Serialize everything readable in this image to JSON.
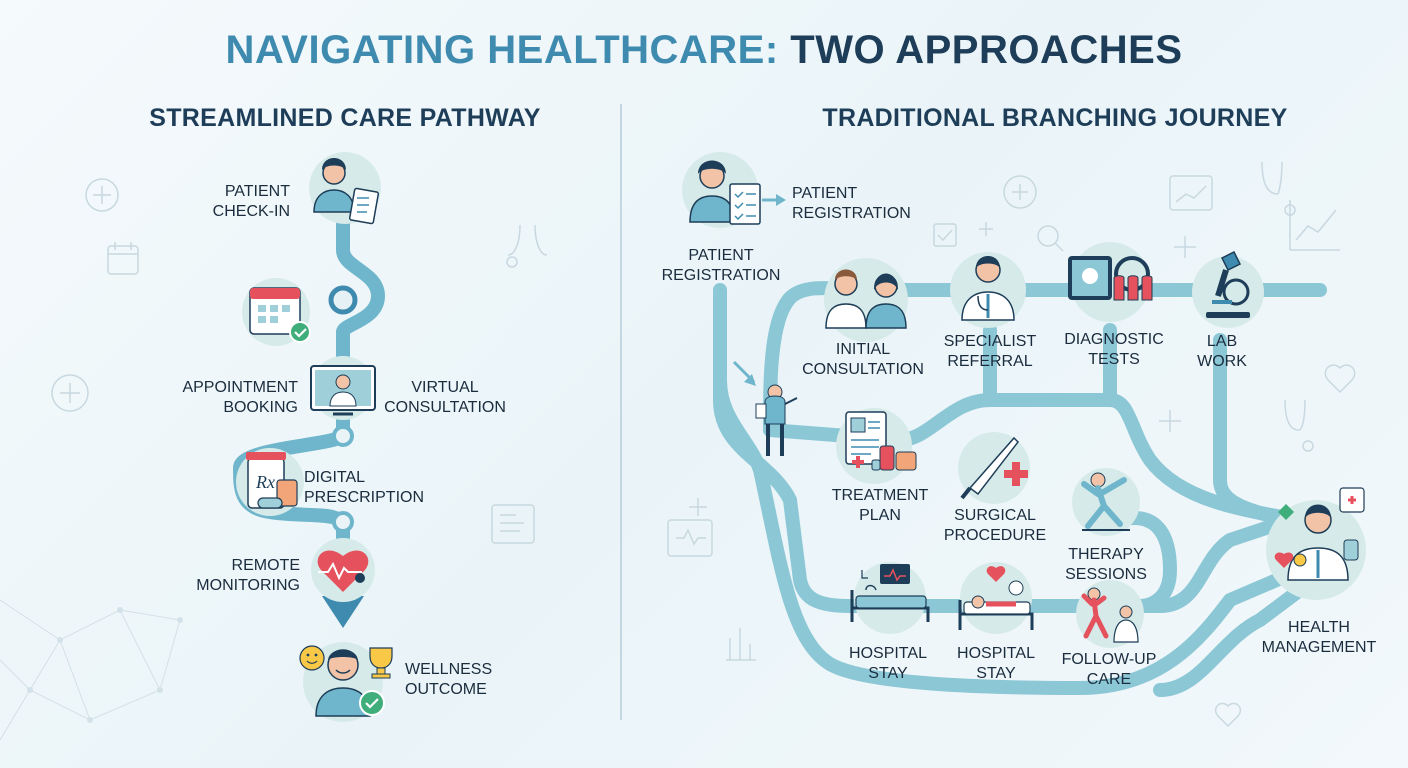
{
  "title": {
    "part1": "NAVIGATING HEALTHCARE:",
    "part2": "TWO APPROACHES"
  },
  "left": {
    "heading": "STREAMLINED CARE PATHWAY",
    "steps": {
      "checkin": [
        "PATIENT",
        "CHECK-IN"
      ],
      "booking": [
        "APPOINTMENT",
        "BOOKING"
      ],
      "virtual": [
        "VIRTUAL",
        "CONSULTATION"
      ],
      "prescription": [
        "DIGITAL",
        "PRESCRIPTION"
      ],
      "monitoring": [
        "REMOTE",
        "MONITORING"
      ],
      "wellness": [
        "WELLNESS",
        "OUTCOME"
      ]
    }
  },
  "right": {
    "heading": "TRADITIONAL BRANCHING JOURNEY",
    "steps": {
      "registration_top": [
        "PATIENT",
        "REGISTRATION"
      ],
      "registration_main": [
        "PATIENT",
        "REGISTRATION"
      ],
      "initial": [
        "INITIAL",
        "CONSULTATION"
      ],
      "specialist": [
        "SPECIALIST",
        "REFERRAL"
      ],
      "diagnostic": [
        "DIAGNOSTIC",
        "TESTS"
      ],
      "lab": [
        "LAB",
        "WORK"
      ],
      "treatment": [
        "TREATMENT",
        "PLAN"
      ],
      "surgical": [
        "SURGICAL",
        "PROCEDURE"
      ],
      "therapy": [
        "THERAPY",
        "SESSIONS"
      ],
      "hospital1": [
        "HOSPITAL",
        "STAY"
      ],
      "hospital2": [
        "HOSPITAL",
        "STAY"
      ],
      "followup": [
        "FOLLOW-UP",
        "CARE"
      ],
      "health": [
        "HEALTH",
        "MANAGEMENT"
      ]
    }
  },
  "colors": {
    "path": "#6fb6cc",
    "path_dark": "#3f8bb0",
    "node_bg": "#d6ebe9",
    "heart": "#e5525d",
    "check": "#3fae7a"
  }
}
